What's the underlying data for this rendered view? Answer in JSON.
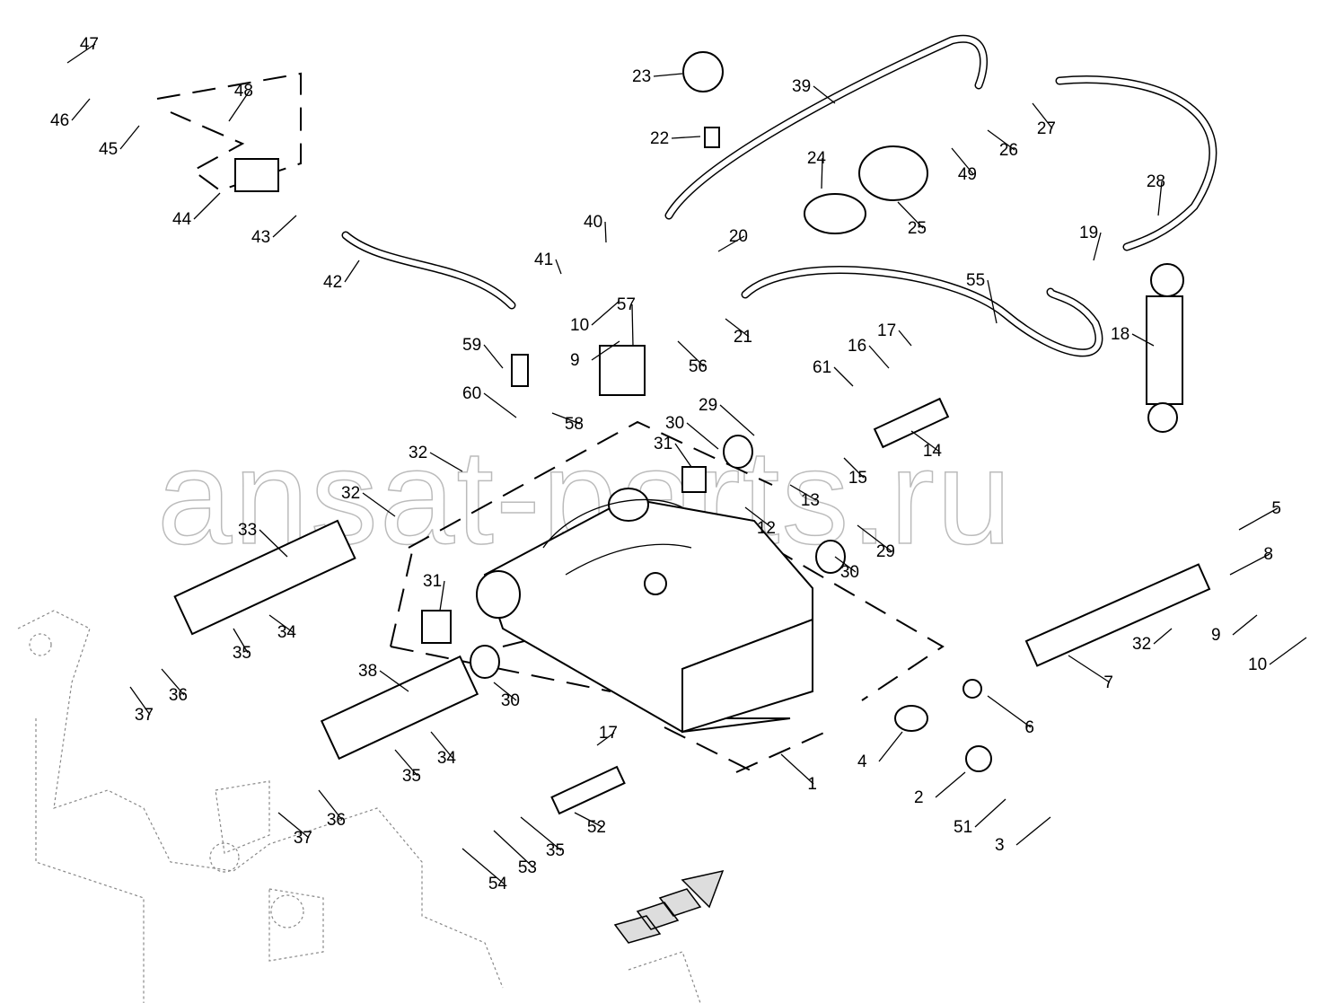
{
  "diagram": {
    "watermark": "ansat-parts.ru",
    "part_labels": [
      "47",
      "46",
      "45",
      "48",
      "44",
      "43",
      "42",
      "41",
      "40",
      "10",
      "57",
      "9",
      "59",
      "60",
      "58",
      "23",
      "22",
      "39",
      "24",
      "25",
      "20",
      "21",
      "56",
      "49",
      "26",
      "27",
      "28",
      "19",
      "55",
      "18",
      "17",
      "16",
      "61",
      "29",
      "30",
      "31",
      "14",
      "15",
      "13",
      "32",
      "32",
      "12",
      "29",
      "30",
      "33",
      "31",
      "34",
      "35",
      "36",
      "37",
      "38",
      "30",
      "5",
      "8",
      "9",
      "32",
      "10",
      "7",
      "6",
      "4",
      "1",
      "17",
      "34",
      "35",
      "36",
      "37",
      "52",
      "2",
      "51",
      "3",
      "35",
      "53",
      "54"
    ]
  }
}
